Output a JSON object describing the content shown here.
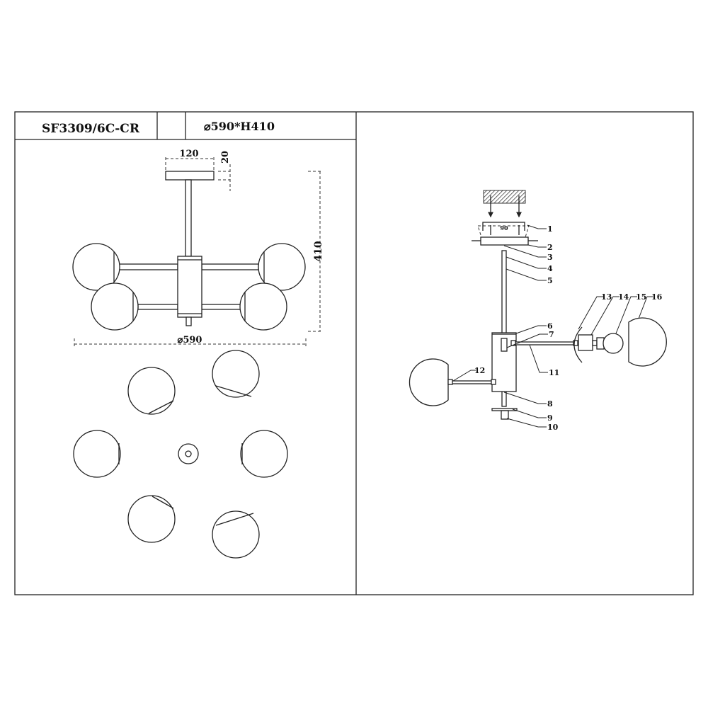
{
  "header": {
    "model": "SF3309/6C-CR",
    "dimensions": "⌀590*H410"
  },
  "front_view": {
    "dim_canopy_width": "120",
    "dim_canopy_height": "20",
    "dim_height": "410",
    "dim_diameter": "⌀590"
  },
  "exploded_view": {
    "mount_spacing": "90",
    "part_labels": [
      "1",
      "2",
      "3",
      "4",
      "5",
      "6",
      "7",
      "8",
      "9",
      "10",
      "11",
      "12",
      "13",
      "14",
      "15",
      "16"
    ]
  }
}
